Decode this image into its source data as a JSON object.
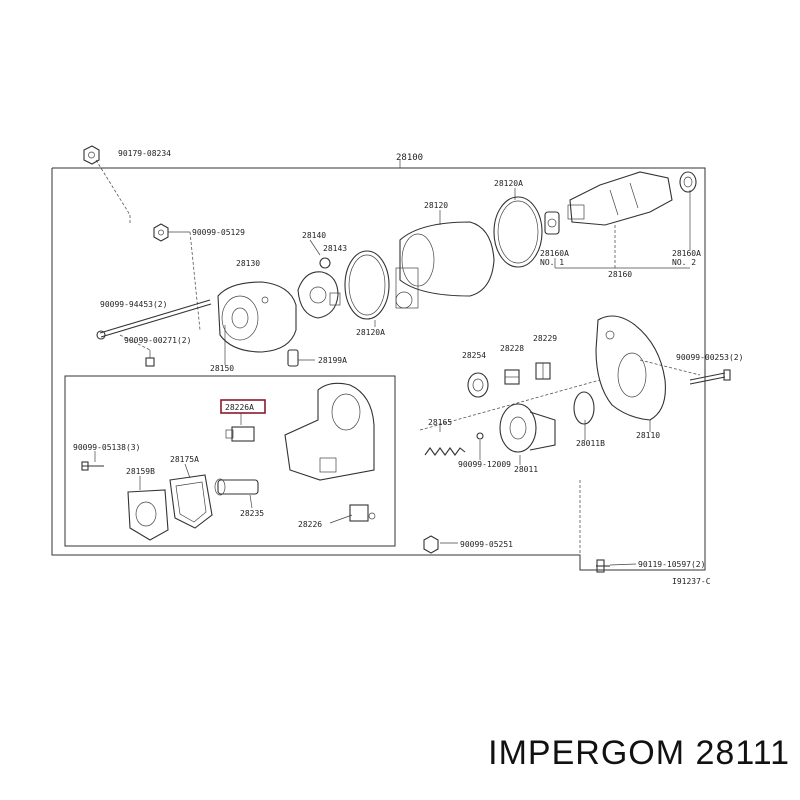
{
  "labels": {
    "l90179": "90179-08234",
    "l28100": "28100",
    "l28120A_top": "28120A",
    "l28120": "28120",
    "l90099_05129": "90099-05129",
    "l28140": "28140",
    "l28143": "28143",
    "l28130": "28130",
    "l28160A_left": "28160A",
    "l_no1": "NO. 1",
    "l28160A_right": "28160A",
    "l_no2": "NO. 2",
    "l28160": "28160",
    "l90099_94453": "90099-94453(2)",
    "l90099_00271": "90099-00271(2)",
    "l28120A_mid": "28120A",
    "l28150": "28150",
    "l28199A": "28199A",
    "l28254": "28254",
    "l28228": "28228",
    "l28229": "28229",
    "l90099_00253": "90099-00253(2)",
    "l28226A": "28226A",
    "l28165": "28165",
    "l28011B": "28011B",
    "l28110": "28110",
    "l90099_05138": "90099-05138(3)",
    "l28175A": "28175A",
    "l28159B": "28159B",
    "l90099_12009": "90099-12009",
    "l28011": "28011",
    "l28235": "28235",
    "l28226": "28226",
    "l90099_05251": "90099-05251",
    "l90119_10597": "90119-10597(2)",
    "l_ref": "I91237-C"
  },
  "brand": {
    "title": "IMPERGOM 28111"
  },
  "colors": {
    "highlight": "#8b1a2b",
    "line": "#333333"
  }
}
